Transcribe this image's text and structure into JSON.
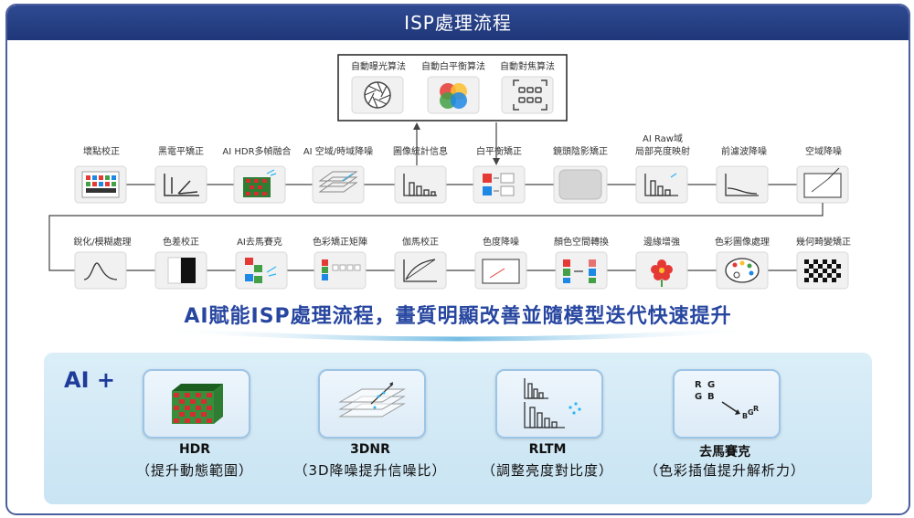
{
  "header": {
    "title": "ISP處理流程"
  },
  "auto_box": {
    "items": [
      "自動曝光算法",
      "自動白平衡算法",
      "自動對焦算法"
    ]
  },
  "row1": [
    {
      "label": "壞點校正"
    },
    {
      "label": "黑電平矯正"
    },
    {
      "label": "AI HDR多幀融合"
    },
    {
      "label": "AI 空域/時域降噪"
    },
    {
      "label": "圖像統計信息"
    },
    {
      "label": "白平衡矯正"
    },
    {
      "label": "鏡頭陰影矯正"
    },
    {
      "label_line1": "AI Raw域",
      "label": "局部亮度映射"
    },
    {
      "label": "前濾波降噪"
    },
    {
      "label": "空域降噪"
    }
  ],
  "row2": [
    {
      "label": "銳化/模糊處理"
    },
    {
      "label": "色差校正"
    },
    {
      "label": "AI去馬賽克"
    },
    {
      "label": "色彩矯正矩陣"
    },
    {
      "label": "伽馬校正"
    },
    {
      "label": "色度降噪"
    },
    {
      "label": "顏色空間轉換"
    },
    {
      "label": "邊緣增強"
    },
    {
      "label": "色彩圖像處理"
    },
    {
      "label": "幾何畸變矯正"
    }
  ],
  "slogan": "AI賦能ISP處理流程，畫質明顯改善並隨模型迭代快速提升",
  "panel": {
    "prefix": "AI +",
    "cards": [
      {
        "name": "HDR",
        "desc": "（提升動態範圍）"
      },
      {
        "name": "3DNR",
        "desc": "（3D降噪提升信噪比）"
      },
      {
        "name": "RLTM",
        "desc": "（調整亮度對比度）"
      },
      {
        "name": "去馬賽克",
        "desc": "（色彩插值提升解析力）"
      }
    ],
    "rgb_letters": [
      "R",
      "G",
      "G",
      "B"
    ],
    "bgr_letters": [
      "B",
      "G",
      "R"
    ]
  },
  "colors": {
    "header": "#23397f",
    "slogan": "#2746a0",
    "panel_title": "#1f3c9a",
    "panel_bg": "#d2e8f5"
  }
}
